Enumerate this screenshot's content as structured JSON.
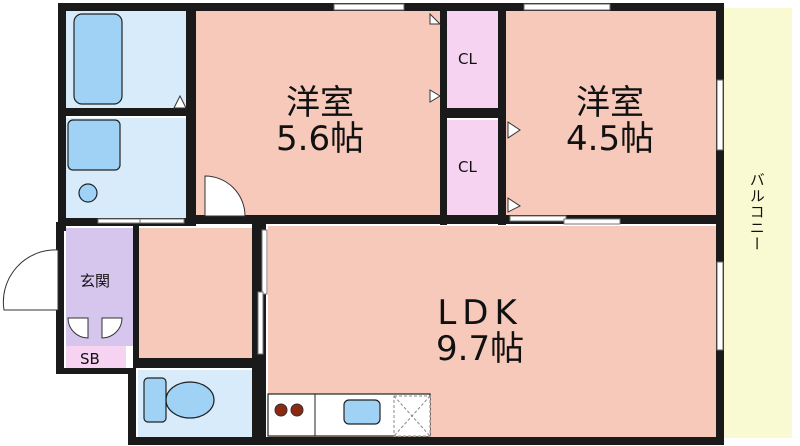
{
  "rooms": {
    "western_1": {
      "name": "洋室",
      "size": "5.6帖",
      "fill": "#f6c9bb"
    },
    "western_2": {
      "name": "洋室",
      "size": "4.5帖",
      "fill": "#f6c9bb"
    },
    "ldk": {
      "name": "LDK",
      "size": "9.7帖",
      "fill": "#f6c9bb"
    }
  },
  "closets": {
    "label": "CL",
    "fill": "#f6d3f1"
  },
  "entrance": {
    "name": "玄関",
    "fill": "#d6c6ee"
  },
  "shoe_box": {
    "label": "SB",
    "fill": "#f6d3f1"
  },
  "balcony": {
    "name": "バルコニー",
    "fill": "#fafad2"
  },
  "wet_area": {
    "fill": "#d8ebfb"
  },
  "colors": {
    "wall": "#1a1a1a",
    "fixture": "#9fd2f5",
    "burner": "#8b2a10"
  }
}
